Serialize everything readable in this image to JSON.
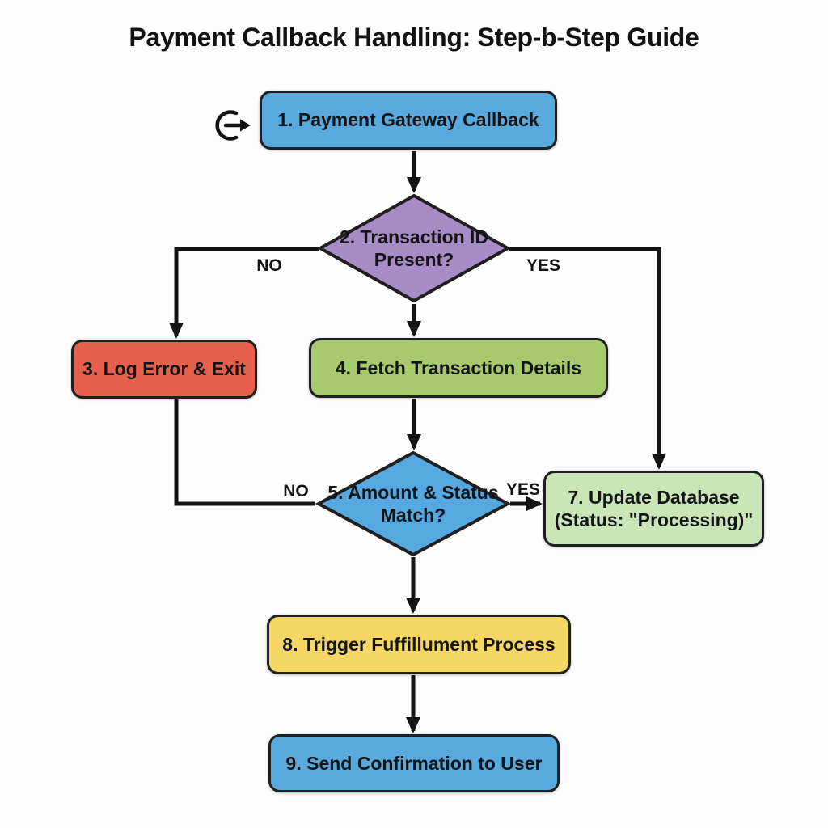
{
  "title": "Payment Callback Handling: Step-b-Step Guide",
  "colors": {
    "line": "#141414",
    "node_border": "#1f1f1f",
    "text": "#141414",
    "blue": "#57a9de",
    "purple": "#a78cc8",
    "red": "#e7604d",
    "green": "#a7ca6d",
    "pale_green": "#c9e6b8",
    "yellow": "#f6d765",
    "background": "#fdfdfd"
  },
  "icon": {
    "name": "callback-loop-icon"
  },
  "nodes": {
    "n1": {
      "type": "process",
      "label": "1. Payment Gateway Callback",
      "fill": "#57a9de"
    },
    "n2": {
      "type": "decision",
      "label": "2. Transaction ID Present?",
      "fill": "#a78cc8"
    },
    "n3": {
      "type": "process",
      "label": "3. Log Error & Exit",
      "fill": "#e7604d"
    },
    "n4": {
      "type": "process",
      "label": "4. Fetch Transaction Details",
      "fill": "#a7ca6d"
    },
    "n5": {
      "type": "decision",
      "label": "5. Amount & Status Match?",
      "fill": "#55a8e0"
    },
    "n7": {
      "type": "process",
      "label": "7. Update Database (Status: \"Processing)\"",
      "fill": "#c9e6b8"
    },
    "n8": {
      "type": "process",
      "label": "8. Trigger Fuffillument Process",
      "fill": "#f6d765"
    },
    "n9": {
      "type": "process",
      "label": "9. Send Confirmation to User",
      "fill": "#57a9de"
    }
  },
  "edge_labels": {
    "d2_no": "NO",
    "d2_yes": "YES",
    "d5_no": "NO",
    "d5_yes": "YES"
  }
}
